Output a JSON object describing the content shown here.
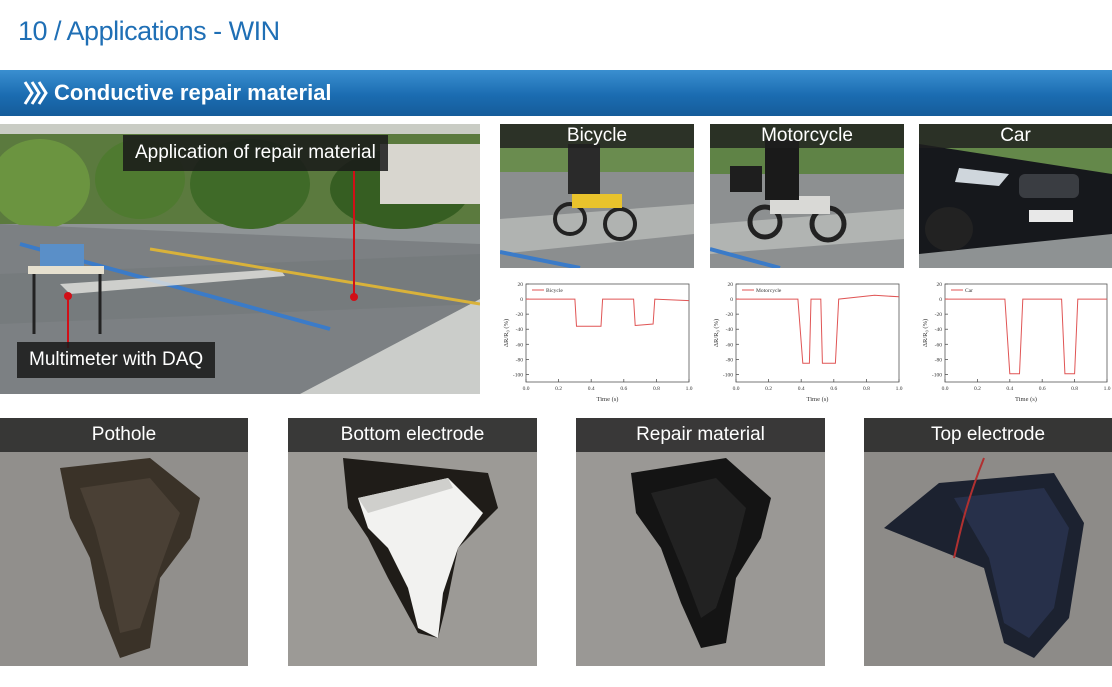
{
  "page_title": "10 / Applications - WIN",
  "banner": {
    "title": "Conductive repair material",
    "color": "#1b6cb1"
  },
  "main_photo": {
    "label_top": "Application of repair material",
    "label_bottom": "Multimeter with DAQ",
    "marker_color": "#d10f17"
  },
  "vehicles": [
    {
      "label": "Bicycle"
    },
    {
      "label": "Motorcycle"
    },
    {
      "label": "Car"
    }
  ],
  "chart_axis": {
    "ylabel": "ΔR/R₀ (%)",
    "xlabel": "Time (s)",
    "yticks": [
      "20",
      "0",
      "-20",
      "-40",
      "-60",
      "-80",
      "-100"
    ],
    "xticks": [
      "0.0",
      "0.2",
      "0.4",
      "0.6",
      "0.8",
      "1.0"
    ]
  },
  "chart_data": [
    {
      "type": "line",
      "xlim": [
        0,
        1
      ],
      "ylim": [
        -110,
        20
      ],
      "series": [
        {
          "name": "Bicycle",
          "color": "#e05555",
          "x": [
            0,
            0.3,
            0.31,
            0.46,
            0.47,
            0.66,
            0.67,
            0.78,
            0.79,
            1.0
          ],
          "y": [
            0,
            0,
            -36,
            -36,
            0,
            0,
            -35,
            -33,
            0,
            -2
          ]
        }
      ]
    },
    {
      "type": "line",
      "xlim": [
        0,
        1
      ],
      "ylim": [
        -110,
        20
      ],
      "series": [
        {
          "name": "Motorcycle",
          "color": "#e05555",
          "x": [
            0,
            0.38,
            0.41,
            0.45,
            0.46,
            0.52,
            0.53,
            0.61,
            0.63,
            0.85,
            1.0
          ],
          "y": [
            0,
            0,
            -85,
            -85,
            0,
            0,
            -85,
            -85,
            0,
            5,
            3
          ]
        }
      ]
    },
    {
      "type": "line",
      "xlim": [
        0,
        1
      ],
      "ylim": [
        -110,
        20
      ],
      "series": [
        {
          "name": "Car",
          "color": "#e05555",
          "x": [
            0,
            0.37,
            0.4,
            0.46,
            0.48,
            0.72,
            0.74,
            0.8,
            0.82,
            1.0
          ],
          "y": [
            0,
            0,
            -99,
            -99,
            0,
            0,
            -99,
            -99,
            0,
            0
          ]
        }
      ]
    }
  ],
  "steps": [
    {
      "label": "Pothole"
    },
    {
      "label": "Bottom electrode"
    },
    {
      "label": "Repair material"
    },
    {
      "label": "Top electrode"
    }
  ]
}
